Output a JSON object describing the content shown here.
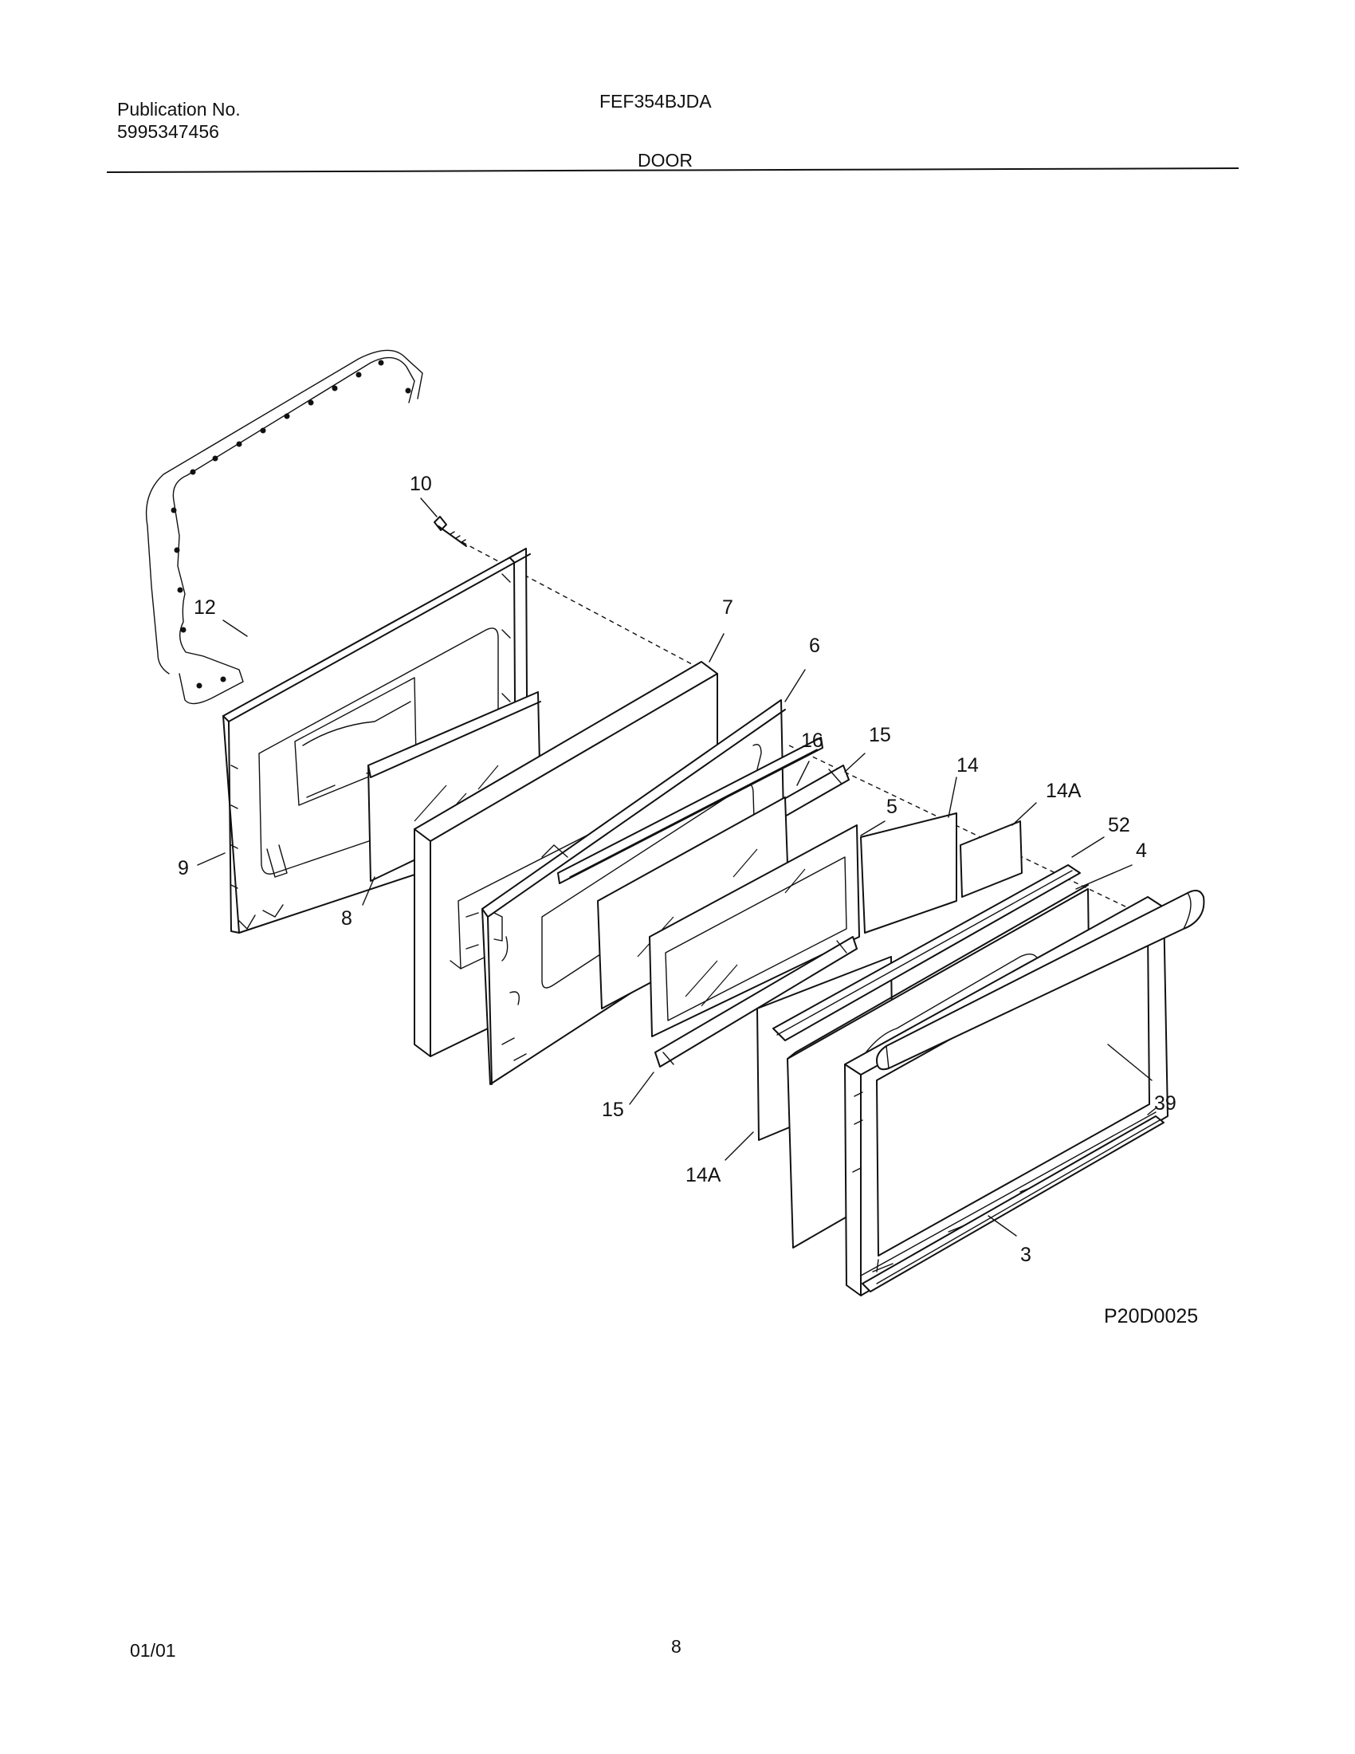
{
  "header": {
    "publication_label": "Publication No.",
    "publication_number": "5995347456",
    "model": "FEF354BJDA",
    "section": "DOOR"
  },
  "diagram": {
    "callouts": [
      "10",
      "12",
      "7",
      "6",
      "16",
      "15",
      "14",
      "14A",
      "52",
      "4",
      "5",
      "9",
      "8",
      "15",
      "39",
      "14A",
      "3"
    ],
    "figure_code": "P20D0025"
  },
  "footer": {
    "date": "01/01",
    "page": "8"
  }
}
